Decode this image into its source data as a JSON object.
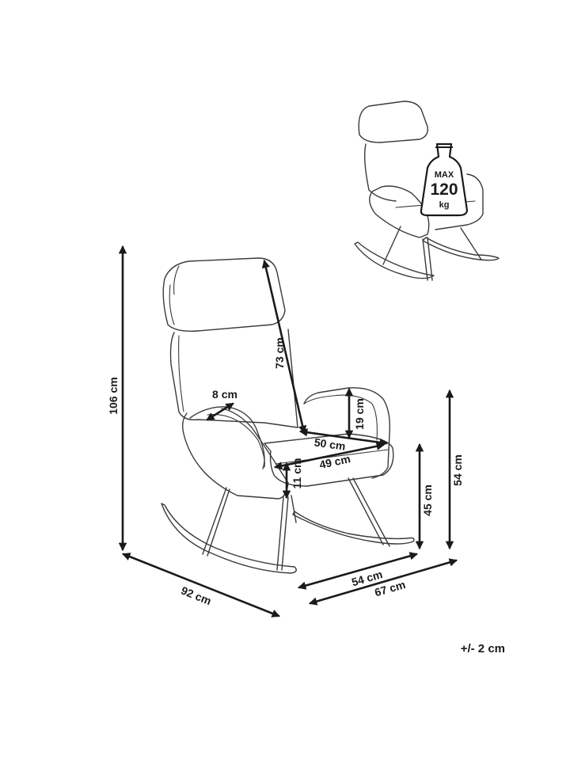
{
  "dimensions": {
    "height_total": "106 cm",
    "backrest_height": "73 cm",
    "armrest_width": "8 cm",
    "armrest_height_above_seat": "19 cm",
    "seat_depth": "50 cm",
    "seat_width": "49 cm",
    "seat_thickness": "11 cm",
    "seat_height": "45 cm",
    "armrest_height": "54 cm",
    "width_front": "54 cm",
    "depth_total": "67 cm",
    "width_total": "92 cm"
  },
  "capacity_badge": {
    "label_max": "MAX",
    "value": "120",
    "unit": "kg"
  },
  "tolerance": "+/- 2 cm"
}
